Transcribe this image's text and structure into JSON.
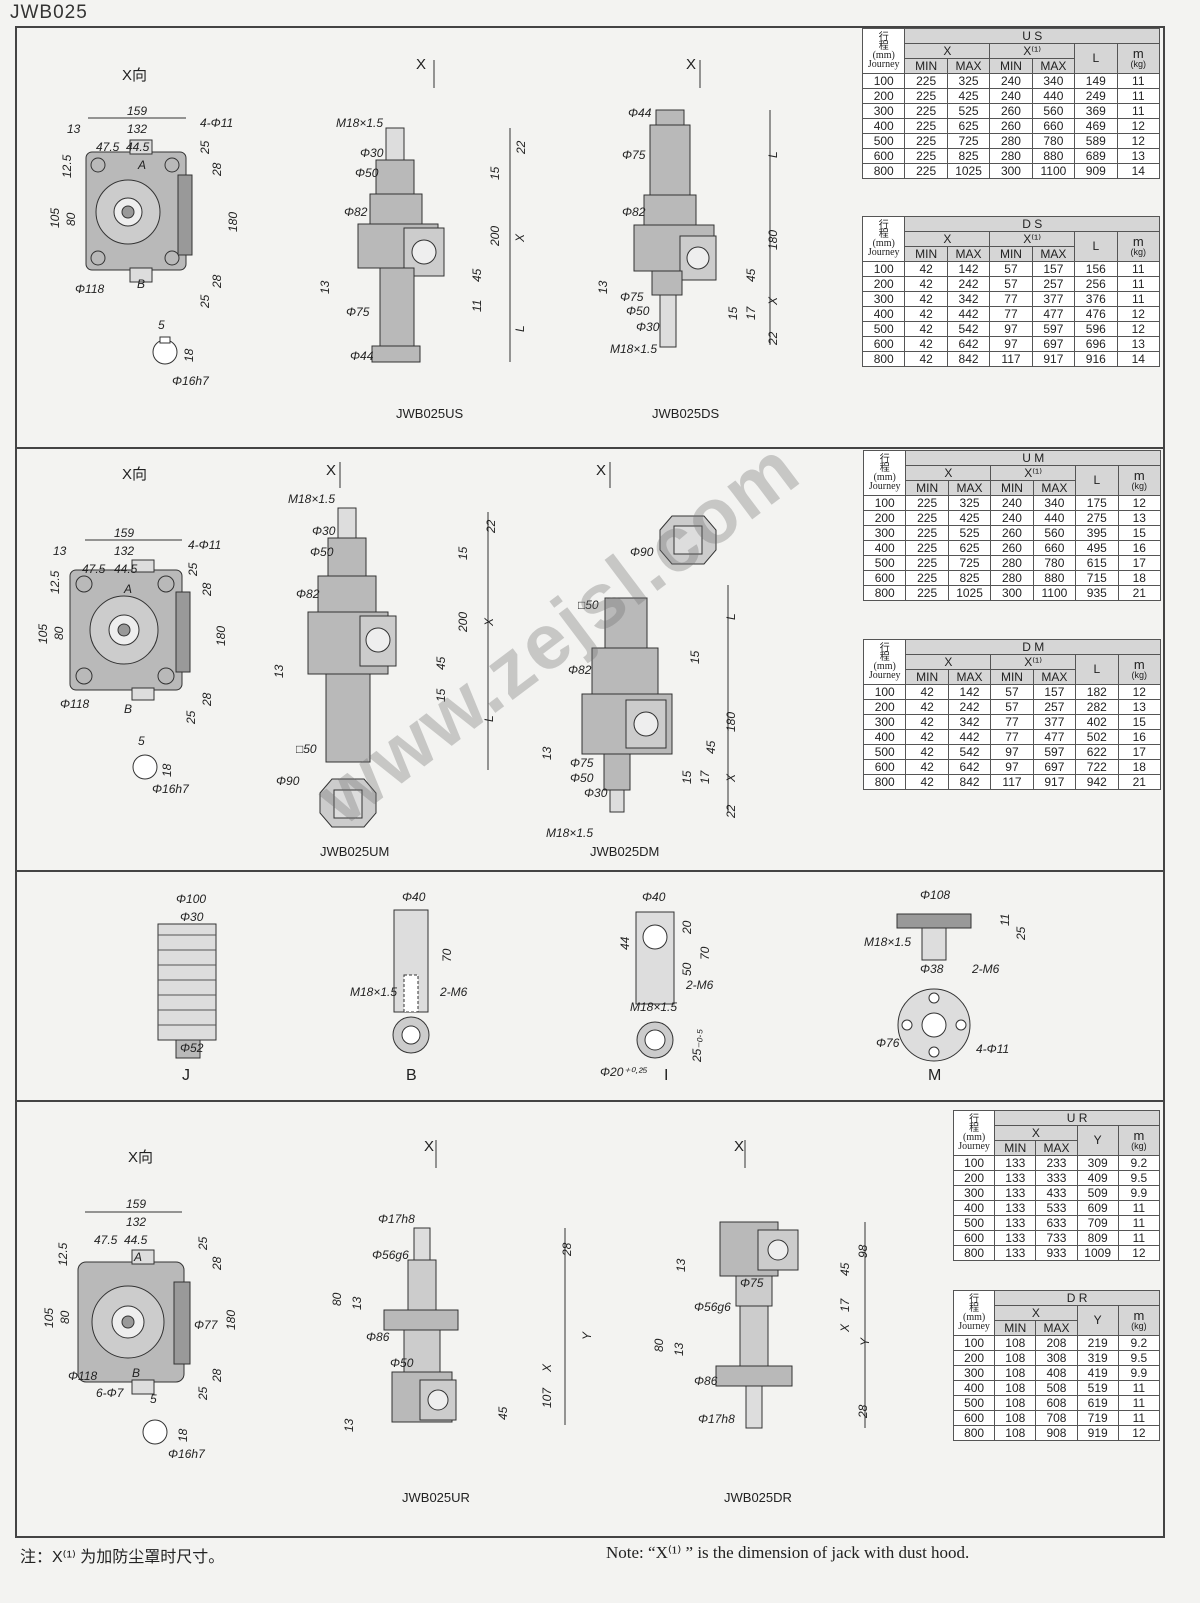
{
  "page_title": "JWB025",
  "watermark": "www.zejsl.com",
  "footer": {
    "zh": "注：X⁽¹⁾ 为加防尘罩时尺寸。",
    "en": "Note: “X⁽¹⁾ ” is the dimension of jack with dust hood."
  },
  "table_header": {
    "journey_lines": [
      "行",
      "程",
      "(mm)",
      "Journey"
    ],
    "min": "MIN",
    "max": "MAX",
    "x": "X",
    "x1": "X⁽¹⁾",
    "l": "L",
    "y": "Y",
    "m": "m",
    "kg": "(kg)"
  },
  "tables": {
    "US": {
      "title": "U S",
      "kind": "xl",
      "rows": [
        [
          "100",
          "225",
          "325",
          "240",
          "340",
          "149",
          "11"
        ],
        [
          "200",
          "225",
          "425",
          "240",
          "440",
          "249",
          "11"
        ],
        [
          "300",
          "225",
          "525",
          "260",
          "560",
          "369",
          "11"
        ],
        [
          "400",
          "225",
          "625",
          "260",
          "660",
          "469",
          "12"
        ],
        [
          "500",
          "225",
          "725",
          "280",
          "780",
          "589",
          "12"
        ],
        [
          "600",
          "225",
          "825",
          "280",
          "880",
          "689",
          "13"
        ],
        [
          "800",
          "225",
          "1025",
          "300",
          "1100",
          "909",
          "14"
        ]
      ]
    },
    "DS": {
      "title": "D S",
      "kind": "xl",
      "rows": [
        [
          "100",
          "42",
          "142",
          "57",
          "157",
          "156",
          "11"
        ],
        [
          "200",
          "42",
          "242",
          "57",
          "257",
          "256",
          "11"
        ],
        [
          "300",
          "42",
          "342",
          "77",
          "377",
          "376",
          "11"
        ],
        [
          "400",
          "42",
          "442",
          "77",
          "477",
          "476",
          "12"
        ],
        [
          "500",
          "42",
          "542",
          "97",
          "597",
          "596",
          "12"
        ],
        [
          "600",
          "42",
          "642",
          "97",
          "697",
          "696",
          "13"
        ],
        [
          "800",
          "42",
          "842",
          "117",
          "917",
          "916",
          "14"
        ]
      ]
    },
    "UM": {
      "title": "U M",
      "kind": "xl",
      "rows": [
        [
          "100",
          "225",
          "325",
          "240",
          "340",
          "175",
          "12"
        ],
        [
          "200",
          "225",
          "425",
          "240",
          "440",
          "275",
          "13"
        ],
        [
          "300",
          "225",
          "525",
          "260",
          "560",
          "395",
          "15"
        ],
        [
          "400",
          "225",
          "625",
          "260",
          "660",
          "495",
          "16"
        ],
        [
          "500",
          "225",
          "725",
          "280",
          "780",
          "615",
          "17"
        ],
        [
          "600",
          "225",
          "825",
          "280",
          "880",
          "715",
          "18"
        ],
        [
          "800",
          "225",
          "1025",
          "300",
          "1100",
          "935",
          "21"
        ]
      ]
    },
    "DM": {
      "title": "D M",
      "kind": "xl",
      "rows": [
        [
          "100",
          "42",
          "142",
          "57",
          "157",
          "182",
          "12"
        ],
        [
          "200",
          "42",
          "242",
          "57",
          "257",
          "282",
          "13"
        ],
        [
          "300",
          "42",
          "342",
          "77",
          "377",
          "402",
          "15"
        ],
        [
          "400",
          "42",
          "442",
          "77",
          "477",
          "502",
          "16"
        ],
        [
          "500",
          "42",
          "542",
          "97",
          "597",
          "622",
          "17"
        ],
        [
          "600",
          "42",
          "642",
          "97",
          "697",
          "722",
          "18"
        ],
        [
          "800",
          "42",
          "842",
          "117",
          "917",
          "942",
          "21"
        ]
      ]
    },
    "UR": {
      "title": "U R",
      "kind": "xy",
      "rows": [
        [
          "100",
          "133",
          "233",
          "309",
          "9.2"
        ],
        [
          "200",
          "133",
          "333",
          "409",
          "9.5"
        ],
        [
          "300",
          "133",
          "433",
          "509",
          "9.9"
        ],
        [
          "400",
          "133",
          "533",
          "609",
          "11"
        ],
        [
          "500",
          "133",
          "633",
          "709",
          "11"
        ],
        [
          "600",
          "133",
          "733",
          "809",
          "11"
        ],
        [
          "800",
          "133",
          "933",
          "1009",
          "12"
        ]
      ]
    },
    "DR": {
      "title": "D R",
      "kind": "xy",
      "rows": [
        [
          "100",
          "108",
          "208",
          "219",
          "9.2"
        ],
        [
          "200",
          "108",
          "308",
          "319",
          "9.5"
        ],
        [
          "300",
          "108",
          "408",
          "419",
          "9.9"
        ],
        [
          "400",
          "108",
          "508",
          "519",
          "11"
        ],
        [
          "500",
          "108",
          "608",
          "619",
          "11"
        ],
        [
          "600",
          "108",
          "708",
          "719",
          "11"
        ],
        [
          "800",
          "108",
          "908",
          "919",
          "12"
        ]
      ]
    }
  },
  "s1": {
    "xdir": "X向",
    "x": "X",
    "top": [
      "159",
      "132",
      "13",
      "47.5",
      "44.5",
      "4-Φ11",
      "A",
      "B",
      "12.5",
      "105",
      "80",
      "180",
      "25",
      "28",
      "28",
      "25",
      "Φ118",
      "5",
      "18",
      "Φ16h7"
    ],
    "us": [
      "M18×1.5",
      "Φ30",
      "Φ50",
      "Φ82",
      "22",
      "15",
      "200",
      "X",
      "45",
      "11",
      "13",
      "L",
      "Φ75",
      "Φ44"
    ],
    "ds": [
      "Φ44",
      "Φ75",
      "L",
      "Φ82",
      "180",
      "45",
      "X",
      "13",
      "Φ75",
      "Φ50",
      "15",
      "17",
      "Φ30",
      "M18×1.5",
      "22"
    ],
    "us_caption": "JWB025US",
    "ds_caption": "JWB025DS"
  },
  "s2": {
    "xdir": "X向",
    "x": "X",
    "top": [
      "159",
      "132",
      "13",
      "47.5",
      "44.5",
      "4-Φ11",
      "A",
      "B",
      "12.5",
      "105",
      "80",
      "180",
      "25",
      "28",
      "28",
      "25",
      "Φ118",
      "5",
      "18",
      "Φ16h7"
    ],
    "um": [
      "M18×1.5",
      "Φ30",
      "Φ50",
      "Φ82",
      "22",
      "15",
      "200",
      "X",
      "45",
      "15",
      "13",
      "L",
      "□50",
      "Φ90"
    ],
    "dm": [
      "Φ90",
      "□50",
      "L",
      "15",
      "Φ82",
      "180",
      "45",
      "13",
      "Φ75",
      "Φ50",
      "Φ30",
      "15",
      "17",
      "X",
      "M18×1.5",
      "22"
    ],
    "um_caption": "JWB025UM",
    "dm_caption": "JWB025DM"
  },
  "s3": {
    "j": [
      "Φ100",
      "Φ30",
      "Φ52"
    ],
    "j_caption": "J",
    "b": [
      "Φ40",
      "70",
      "M18×1.5",
      "2-M6"
    ],
    "b_caption": "B",
    "i": [
      "Φ40",
      "44",
      "20",
      "50",
      "70",
      "2-M6",
      "M18×1.5",
      "Φ20⁺⁰·²⁵",
      "25₋₀.₅"
    ],
    "i_caption": "I",
    "m": [
      "Φ108",
      "11",
      "25",
      "M18×1.5",
      "Φ38",
      "2-M6",
      "Φ76",
      "4-Φ11"
    ],
    "m_caption": "M"
  },
  "s4": {
    "xdir": "X向",
    "x": "X",
    "top": [
      "159",
      "132",
      "47.5",
      "44.5",
      "A",
      "B",
      "12.5",
      "105",
      "80",
      "180",
      "25",
      "28",
      "28",
      "25",
      "Φ118",
      "6-Φ7",
      "Φ77",
      "5",
      "18",
      "Φ16h7"
    ],
    "ur": [
      "Φ17h8",
      "Φ56g6",
      "28",
      "80",
      "13",
      "Φ86",
      "Φ50",
      "Y",
      "X",
      "107",
      "45",
      "13"
    ],
    "dr": [
      "13",
      "Φ75",
      "45",
      "98",
      "Φ56g6",
      "17",
      "80",
      "13",
      "X",
      "Y",
      "Φ86",
      "Φ17h8",
      "28"
    ],
    "ur_caption": "JWB025UR",
    "dr_caption": "JWB025DR"
  }
}
